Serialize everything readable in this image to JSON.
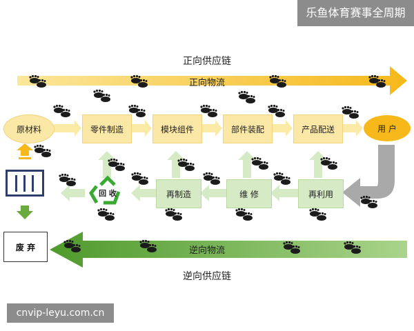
{
  "watermark_top": "乐鱼体育赛事全周期",
  "watermark_bottom": "cnvip-leyu.com.cn",
  "forward_chain_label": "正向供应链",
  "forward_flow_label": "正向物流",
  "reverse_flow_label": "逆向物流",
  "reverse_chain_label": "逆向供应链",
  "forward_nodes": {
    "raw_material": "原材料",
    "parts": "零件制造",
    "module": "模块组件",
    "assembly": "部件装配",
    "distribution": "产品配送",
    "user": "用 户"
  },
  "reverse_nodes": {
    "recycle": "回 收",
    "remanufacture": "再制造",
    "repair": "维 修",
    "reuse": "再利用"
  },
  "waste_label": "废 弃",
  "colors": {
    "forward_arrow": "#f6b81a",
    "forward_box": "#fce8a6",
    "user_ellipse": "#f6b81a",
    "reverse_arrow": "#6aab3d",
    "reverse_box": "#d7eac6",
    "gray_arrow": "#a9a9a9",
    "recycle_symbol": "#3aaa35"
  },
  "icons": [
    "footprint-icon",
    "recycle-icon",
    "bin-icon"
  ]
}
